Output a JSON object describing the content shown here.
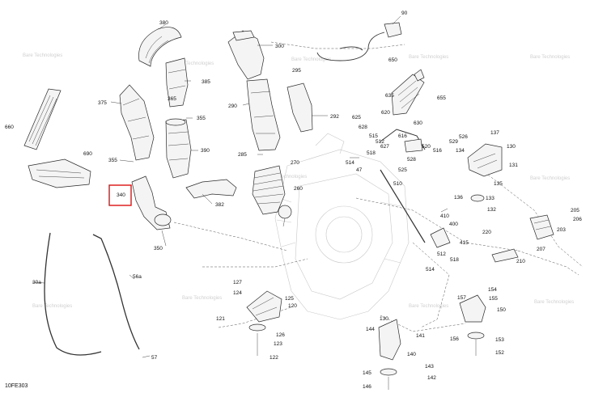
{
  "diagram_code": "10FE303",
  "highlighted_part": "340",
  "watermark": "Bare Technologies",
  "colors": {
    "highlight": "#dd1111",
    "line": "#2a2a2a",
    "engine": "#c9c9c9"
  },
  "labels": {
    "l1": "380",
    "l2": "300",
    "l3": "90",
    "l4": "650",
    "l5": "385",
    "l6": "295",
    "l7": "375",
    "l8": "365",
    "l9": "290",
    "l10": "292",
    "l11": "635",
    "l12": "655",
    "l13": "355",
    "l14": "620",
    "l15": "625",
    "l16": "630",
    "l17": "628",
    "l18": "526",
    "l19": "137",
    "l20": "390",
    "l21": "616",
    "l22": "529",
    "l23": "134",
    "l24": "130",
    "l25": "355",
    "l26": "285",
    "l27": "515",
    "l28": "512",
    "l29": "627",
    "l30": "520",
    "l31": "516",
    "l32": "518",
    "l33": "528",
    "l34": "131",
    "l35": "660",
    "l36": "690",
    "l37": "270",
    "l38": "514",
    "l39": "47",
    "l40": "525",
    "l41": "510",
    "l42": "340",
    "l43": "260",
    "l44": "382",
    "l45": "135",
    "l46": "136",
    "l47": "133",
    "l48": "132",
    "l49": "205",
    "l50": "410",
    "l51": "400",
    "l52": "206",
    "l53": "203",
    "l54": "350",
    "l55": "220",
    "l56": "415",
    "l57": "207",
    "l58": "512",
    "l59": "210",
    "l60": "518",
    "l61": "514",
    "l62": "30a",
    "l63": "56a",
    "l64": "127",
    "l65": "124",
    "l66": "125",
    "l67": "120",
    "l68": "154",
    "l69": "157",
    "l70": "155",
    "l71": "150",
    "l72": "121",
    "l73": "130",
    "l74": "144",
    "l75": "126",
    "l76": "123",
    "l77": "141",
    "l78": "156",
    "l79": "153",
    "l80": "140",
    "l81": "152",
    "l82": "57",
    "l83": "122",
    "l84": "143",
    "l85": "145",
    "l86": "142",
    "l87": "146"
  }
}
